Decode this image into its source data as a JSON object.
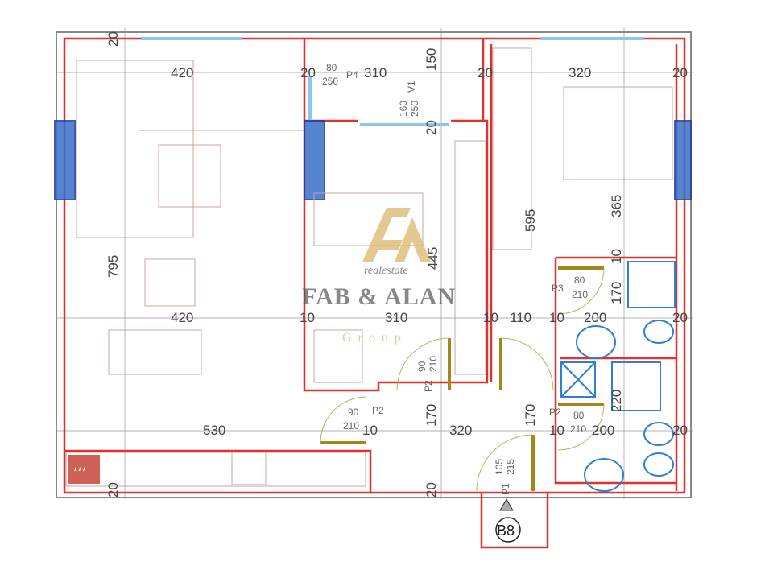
{
  "plan": {
    "unit_label": "B8",
    "kitchen_mark": "***",
    "dimensions": [
      "420",
      "20",
      "310",
      "150",
      "20",
      "320",
      "20",
      "20",
      "20",
      "795",
      "420",
      "10",
      "310",
      "10",
      "110",
      "10",
      "200",
      "170",
      "10",
      "20",
      "595",
      "365",
      "445",
      "530",
      "320",
      "170",
      "170",
      "10",
      "10",
      "200",
      "20",
      "220",
      "20",
      "20"
    ],
    "doors": [
      {
        "id": "P4",
        "w": "80",
        "h": "250"
      },
      {
        "id": "V1",
        "w": "160",
        "h": "250"
      },
      {
        "id": "P3",
        "w": "80",
        "h": "210"
      },
      {
        "id": "P2",
        "w": "90",
        "h": "210"
      },
      {
        "id": "P2",
        "w": "90",
        "h": "210"
      },
      {
        "id": "P2",
        "w": "80",
        "h": "210"
      },
      {
        "id": "P1",
        "w": "105",
        "h": "215"
      }
    ]
  },
  "watermark": {
    "brand": "FAB & ALAN",
    "tagline": "realestate",
    "sub": "Group"
  },
  "colors": {
    "wall": "#e0312f",
    "fixture": "#2d7fd8",
    "column": "#3a6fc9",
    "door_leaf": "#a3871d",
    "watermark": "#d9b56a"
  }
}
